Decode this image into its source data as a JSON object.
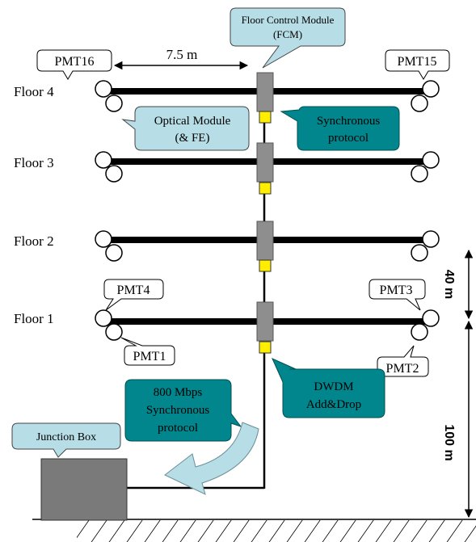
{
  "floors": [
    {
      "label": "Floor 4"
    },
    {
      "label": "Floor 3"
    },
    {
      "label": "Floor 2"
    },
    {
      "label": "Floor 1"
    }
  ],
  "callouts": {
    "fcm": {
      "line1": "Floor Control Module",
      "line2": "(FCM)"
    },
    "optical": {
      "line1": "Optical Module",
      "line2": "(& FE)"
    },
    "sync": {
      "line1": "Synchronous",
      "line2": "protocol"
    },
    "dwdm": {
      "line1": "DWDM",
      "line2": "Add&Drop"
    },
    "mbps": {
      "line1": "800 Mbps",
      "line2": "Synchronous",
      "line3": "protocol"
    },
    "junction": {
      "label": "Junction Box"
    }
  },
  "pmt_labels": {
    "pmt16": "PMT16",
    "pmt15": "PMT15",
    "pmt4": "PMT4",
    "pmt3": "PMT3",
    "pmt1": "PMT1",
    "pmt2": "PMT2"
  },
  "dimensions": {
    "span": "7.5 m",
    "floor_gap": "40 m",
    "height": "100 m"
  },
  "colors": {
    "light_callout": "#b7dde6",
    "dark_callout": "#00868c",
    "module_gray": "#8e8e8e",
    "dwdm_yellow": "#ffee00",
    "junction_gray": "#7a7a7a"
  }
}
